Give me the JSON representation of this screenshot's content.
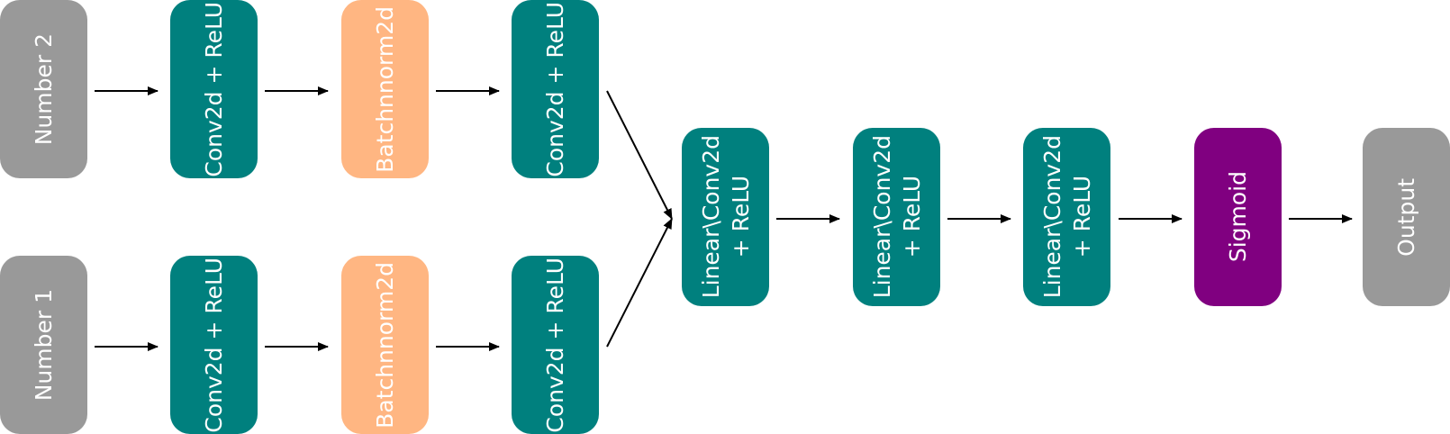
{
  "diagram": {
    "colors": {
      "io": "#999999",
      "conv": "#00807e",
      "batchnorm": "#ffb682",
      "sigmoid": "#800080",
      "arrow": "#000000",
      "text": "#ffffff"
    },
    "branch_top": {
      "input": "Number 2",
      "conv1": "Conv2d + ReLU",
      "norm": "Batchnnorm2d",
      "conv2": "Conv2d + ReLU"
    },
    "branch_bottom": {
      "input": "Number 1",
      "conv1": "Conv2d + ReLU",
      "norm": "Batchnnorm2d",
      "conv2": "Conv2d + ReLU"
    },
    "merged": {
      "linear1": {
        "line1": "Linear\\Conv2d",
        "line2": "+ ReLU"
      },
      "linear2": {
        "line1": "Linear\\Conv2d",
        "line2": "+ ReLU"
      },
      "linear3": {
        "line1": "Linear\\Conv2d",
        "line2": "+ ReLU"
      },
      "sigmoid": "Sigmoid",
      "output": "Output"
    }
  }
}
